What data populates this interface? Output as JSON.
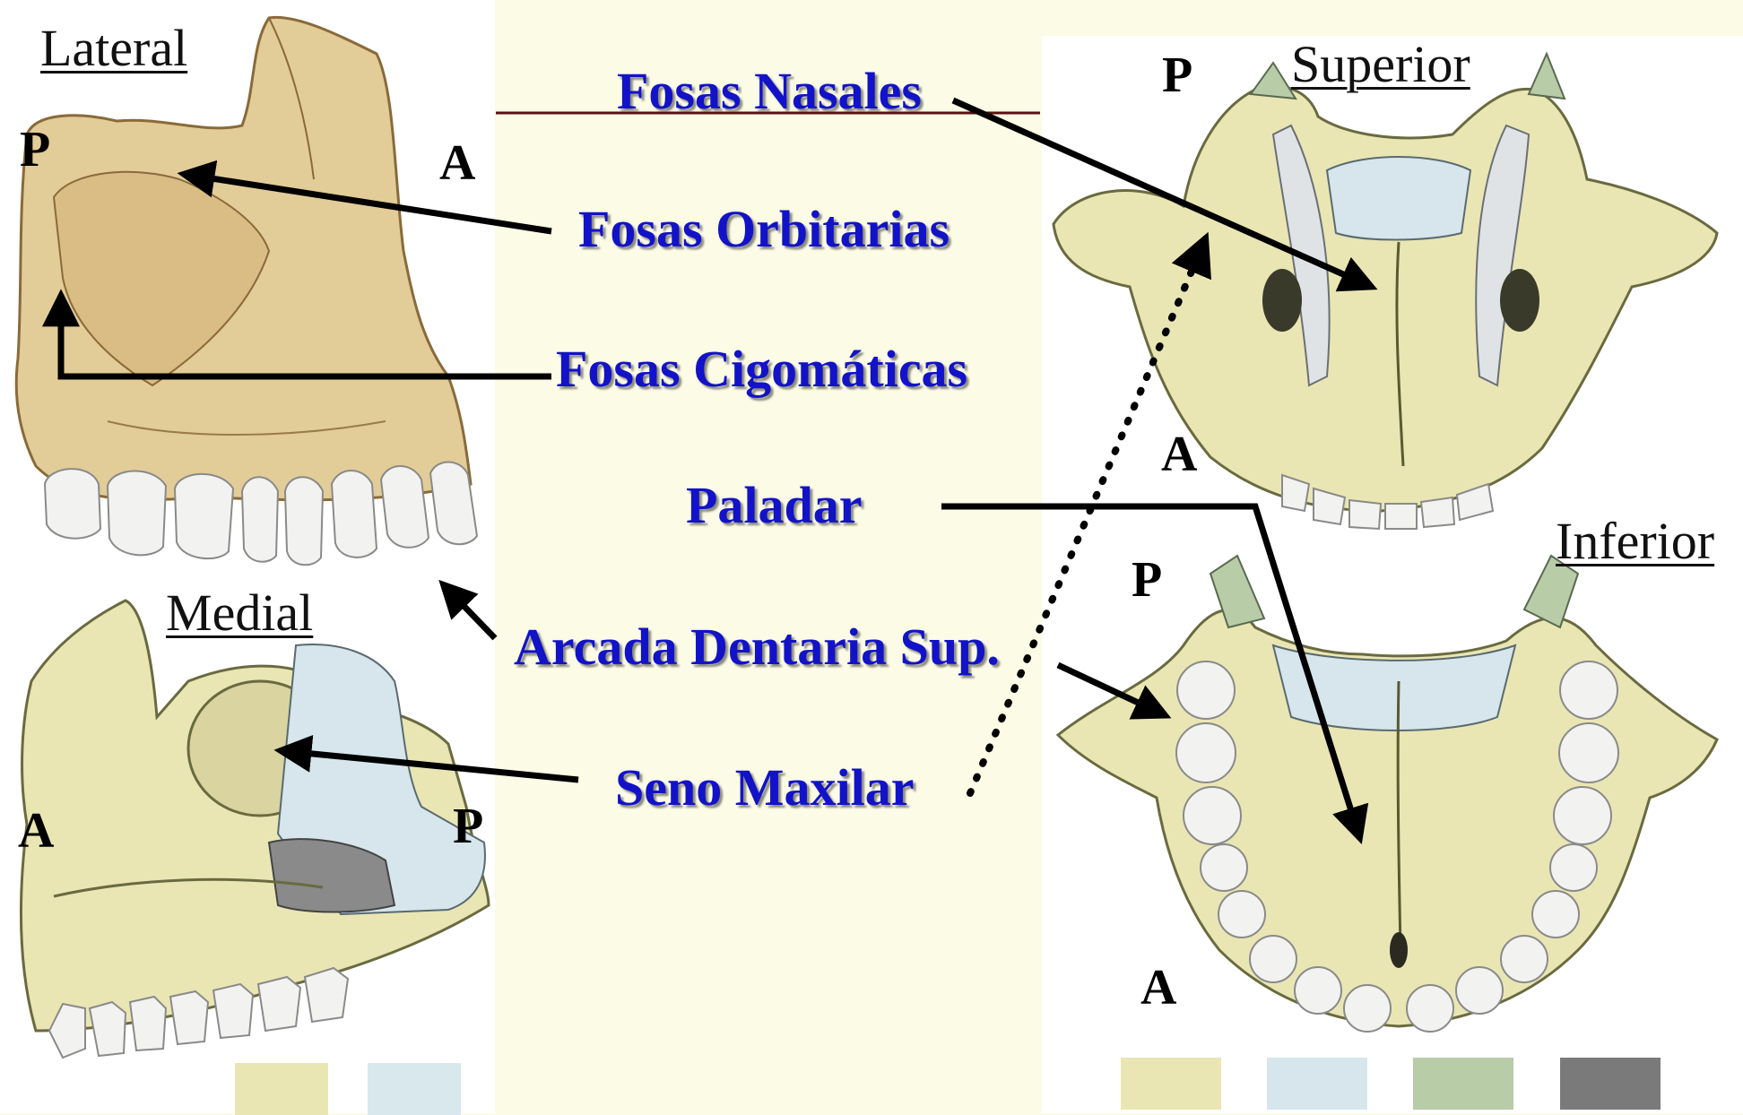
{
  "views": {
    "lateral": "Lateral",
    "medial": "Medial",
    "superior": "Superior",
    "inferior": "Inferior"
  },
  "orientation": {
    "lateral_p": "P",
    "lateral_a": "A",
    "medial_a": "A",
    "medial_p": "P",
    "superior_p": "P",
    "superior_a": "A",
    "inferior_p": "P",
    "inferior_a": "A"
  },
  "terms": {
    "fosas_nasales": "Fosas Nasales",
    "fosas_orbitarias": "Fosas Orbitarias",
    "fosas_cigomaticas": "Fosas Cigomáticas",
    "paladar": "Paladar",
    "arcada_dentaria": "Arcada Dentaria Sup.",
    "seno_maxilar": "Seno Maxilar"
  },
  "colors": {
    "background": "#fbfbe6",
    "term_text": "#1212c8",
    "maxilla_lateral": "#e2cc98",
    "maxilla_other_views": "#e9e6b4",
    "palatine_bone": "#d6e6ec",
    "accent_green": "#b8cca8",
    "sphenoid_gray": "#7a7a7a",
    "teeth": "#f2f2f0"
  },
  "legend_swatches": [
    {
      "color": "#e9e6b4"
    },
    {
      "color": "#d9e8ec"
    },
    {
      "color": "#e9e6b4"
    },
    {
      "color": "#d6e6ec"
    },
    {
      "color": "#b8cca8"
    },
    {
      "color": "#7a7a7a"
    }
  ]
}
